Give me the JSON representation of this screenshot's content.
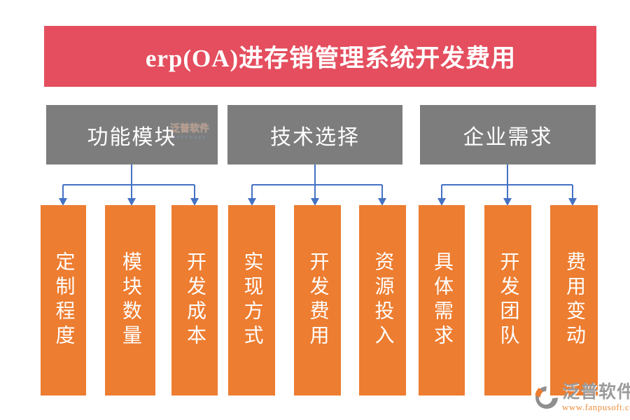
{
  "page": {
    "title": "erp(OA)进存销管理系统开发费用"
  },
  "groups": [
    {
      "label": "功能模块",
      "items": [
        "定制程度",
        "模块数量",
        "开发成本"
      ]
    },
    {
      "label": "技术选择",
      "items": [
        "实现方式",
        "开发费用",
        "资源投入"
      ]
    },
    {
      "label": "企业需求",
      "items": [
        "具体需求",
        "开发团队",
        "费用变动"
      ]
    }
  ],
  "watermark": {
    "text": "泛普软件",
    "subtext": "SOFTWARE"
  },
  "brand": {
    "name": "泛普软件",
    "url": "www.fanpusoft.com"
  },
  "colors": {
    "title_bg": "#e44e5e",
    "category_bg": "#7d7d7d",
    "item_bg": "#ed7d31",
    "connector": "#4472c4",
    "text": "#ffffff",
    "brand_text": "#9b9b9b",
    "brand_url": "#ee8f3f"
  }
}
